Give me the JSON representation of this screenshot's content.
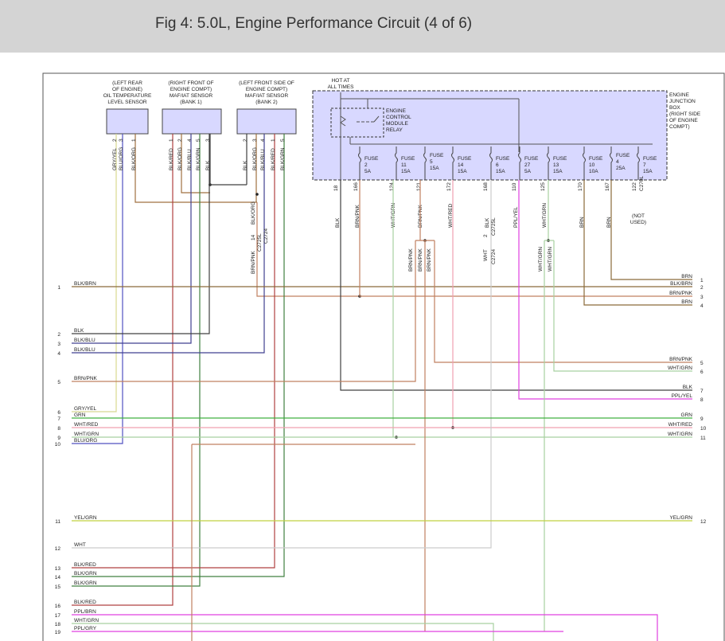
{
  "title": "Fig 4: 5.0L, Engine Performance Circuit (4 of 6)",
  "components": {
    "oil_sensor": [
      "(LEFT REAR",
      "OF ENGINE)",
      "OIL TEMPERATURE",
      "LEVEL SENSOR"
    ],
    "maf1": [
      "(RIGHT FRONT OF",
      "ENGINE COMPT)",
      "MAF/IAT SENSOR",
      "(BANK 1)"
    ],
    "maf2": [
      "(LEFT FRONT SIDE OF",
      "ENGINE COMPT)",
      "MAF/IAT SENSOR",
      "(BANK 2)"
    ],
    "hot": [
      "HOT AT",
      "ALL TIMES"
    ],
    "relay": [
      "ENGINE",
      "CONTROL",
      "MODULE",
      "RELAY"
    ],
    "junction": [
      "ENGINE",
      "JUNCTION",
      "BOX",
      "(RIGHT SIDE",
      "OF ENGINE",
      "COMPT)"
    ],
    "not_used": [
      "(NOT",
      "USED)"
    ]
  },
  "fuses": [
    {
      "name": "FUSE",
      "num": "2",
      "amp": "5A"
    },
    {
      "name": "FUSE",
      "num": "11",
      "amp": "15A"
    },
    {
      "name": "FUSE",
      "num": "5",
      "amp": "15A"
    },
    {
      "name": "FUSE",
      "num": "14",
      "amp": "15A"
    },
    {
      "name": "FUSE",
      "num": "6",
      "amp": "15A"
    },
    {
      "name": "FUSE",
      "num": "27",
      "amp": "5A"
    },
    {
      "name": "FUSE",
      "num": "13",
      "amp": "15A"
    },
    {
      "name": "FUSE",
      "num": "10",
      "amp": "10A"
    },
    {
      "name": "FUSE",
      "num": "4",
      "amp": "25A"
    },
    {
      "name": "FUSE",
      "num": "7",
      "amp": "15A"
    }
  ],
  "jb_pins": [
    "18",
    "166",
    "124",
    "121",
    "172",
    "168",
    "110",
    "125",
    "170",
    "167",
    "122",
    "C270L"
  ],
  "jb_wire_labels": [
    "BLK",
    "BRN/PNK",
    "WHT/GRN",
    "BRN/PNK",
    "WHT/RED",
    "BLK",
    "PPL/YEL",
    "WHT/GRN",
    "BRN",
    "BRN"
  ],
  "sensor_wires": {
    "oil": [
      "GRY/YEL",
      "BLU/ORG",
      "BLK/ORG"
    ],
    "oil_pins": [
      "2",
      "3",
      "1"
    ],
    "maf1": [
      "BLK/RED",
      "BLK/ORG",
      "BLK/BLU",
      "BLK/GRN",
      "BLK"
    ],
    "maf1_pins": [
      "1",
      "2",
      "4",
      "5",
      "3"
    ],
    "maf2": [
      "BLK",
      "BLK/ORG",
      "BLK/BLU",
      "BLK/RED",
      "BLK/GRN"
    ],
    "maf2_pins": [
      "2",
      "3",
      "4",
      "1",
      "5"
    ]
  },
  "connectors": {
    "c1_pin": "14",
    "c1_wire": "BRN/PNK",
    "c1a": "C2725L",
    "c1b": "C2724",
    "c1_top": "BLK/ORG",
    "c2_pin": "2",
    "c2_wire": "WHT",
    "c2a": "C2725L",
    "c2b": "C2724",
    "brnpnk3": [
      "BRN/PNK",
      "BRN/PNK",
      "BRN/PNK"
    ],
    "whtgrn2": [
      "WHT/GRN",
      "WHT/GRN"
    ]
  },
  "left_rows": [
    {
      "n": "1",
      "label": "BLK/BRN"
    },
    {
      "n": "2",
      "label": "BLK"
    },
    {
      "n": "3",
      "label": "BLK/BLU"
    },
    {
      "n": "4",
      "label": "BLK/BLU"
    },
    {
      "n": "5",
      "label": "BRN/PNK"
    },
    {
      "n": "6",
      "label": "GRY/YEL"
    },
    {
      "n": "7",
      "label": "GRN"
    },
    {
      "n": "8",
      "label": "WHT/RED"
    },
    {
      "n": "9",
      "label": "WHT/GRN"
    },
    {
      "n": "10",
      "label": "BLU/ORG"
    },
    {
      "n": "11",
      "label": "YEL/GRN"
    },
    {
      "n": "12",
      "label": "WHT"
    },
    {
      "n": "13",
      "label": "BLK/RED"
    },
    {
      "n": "14",
      "label": "BLK/GRN"
    },
    {
      "n": "15",
      "label": "BLK/GRN"
    },
    {
      "n": "16",
      "label": "BLK/RED"
    },
    {
      "n": "17",
      "label": "PPL/BRN"
    },
    {
      "n": "18",
      "label": "WHT/GRN"
    },
    {
      "n": "19",
      "label": "PPL/GRY"
    }
  ],
  "right_rows": [
    {
      "n": "1",
      "label": "BRN"
    },
    {
      "n": "2",
      "label": "BLK/BRN"
    },
    {
      "n": "3",
      "label": "BRN/PNK"
    },
    {
      "n": "4",
      "label": "BRN"
    },
    {
      "n": "5",
      "label": "BRN/PNK"
    },
    {
      "n": "6",
      "label": "WHT/GRN"
    },
    {
      "n": "7",
      "label": "BLK"
    },
    {
      "n": "8",
      "label": "PPL/YEL"
    },
    {
      "n": "9",
      "label": "GRN"
    },
    {
      "n": "10",
      "label": "WHT/RED"
    },
    {
      "n": "11",
      "label": "WHT/GRN"
    },
    {
      "n": "12",
      "label": "YEL/GRN"
    }
  ],
  "colors": {
    "brown": "#8a6a3a",
    "gryyel": "#d8d890",
    "bluorg": "#5050c0",
    "blkorg": "#a07040",
    "blkred": "#b04040",
    "blkblu": "#404090",
    "blkgrn": "#408040",
    "blk": "#404040",
    "brnpnk": "#c08060",
    "whtgrn": "#a8d0a0",
    "whtred": "#f0a0b0",
    "white": "#cccccc",
    "ppl": "#e040e0",
    "grn": "#40b040",
    "yelgrn": "#c0d040",
    "jb": "#d8d8ff"
  }
}
